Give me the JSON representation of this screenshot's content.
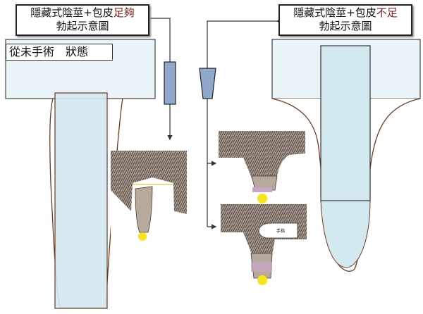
{
  "left_title": {
    "line1_prefix": "隱藏式陰莖+包皮",
    "line1_highlight": "足夠",
    "line2": "勃起示意圖"
  },
  "right_title": {
    "line1_prefix": "隱藏式陰莖+包皮",
    "line1_highlight": "不足",
    "line2": "勃起示意圖"
  },
  "state_label": "從未手術　狀態",
  "photo_top_left_label": "",
  "photo_top_right_label": "",
  "photo_bottom_right_label": "",
  "finger_label": "手指",
  "colors": {
    "shaft_fill": "#d4e8f0",
    "skin_line": "#6b3a20",
    "device": "#8fa8cc"
  }
}
